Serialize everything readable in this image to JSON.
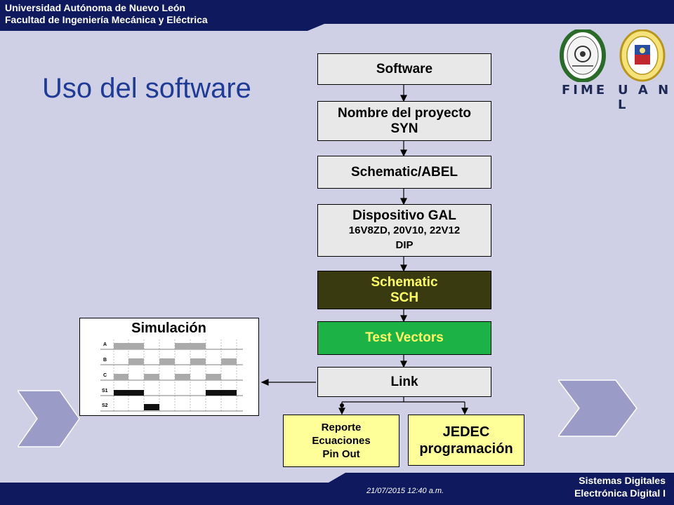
{
  "header": {
    "line1": "Universidad Autónoma de Nuevo León",
    "line2": "Facultad de Ingeniería Mecánica y Eléctrica"
  },
  "slide": {
    "title": "Uso del software"
  },
  "logos": {
    "fime": "FIME",
    "uanl": "U A N L"
  },
  "flow": {
    "software": "Software",
    "project_l1": "Nombre del proyecto",
    "project_l2": "SYN",
    "schematic_abel": "Schematic/ABEL",
    "device_l1": "Dispositivo GAL",
    "device_l2": "16V8ZD, 20V10, 22V12",
    "device_l3": "DIP",
    "schematic_l1": "Schematic",
    "schematic_l2": "SCH",
    "test_vectors": "Test Vectors",
    "link": "Link",
    "report_l1": "Reporte",
    "report_l2": "Ecuaciones",
    "report_l3": "Pin Out",
    "jedec_l1": "JEDEC",
    "jedec_l2": "programación"
  },
  "simulation": {
    "title": "Simulación",
    "signals": [
      "A",
      "B",
      "C",
      "S1",
      "S2"
    ]
  },
  "footer": {
    "datetime": "21/07/2015 12:40 a.m.",
    "line1": "Sistemas Digitales",
    "line2": "Electrónica Digital I"
  },
  "colors": {
    "bar": "#0f1a5e",
    "background": "#cfd0e5",
    "title": "#1f3b95",
    "box_gray": "#e8e8e8",
    "box_dark_olive": "#3a3a10",
    "box_green": "#1db245",
    "box_yellow": "#ffff99"
  }
}
